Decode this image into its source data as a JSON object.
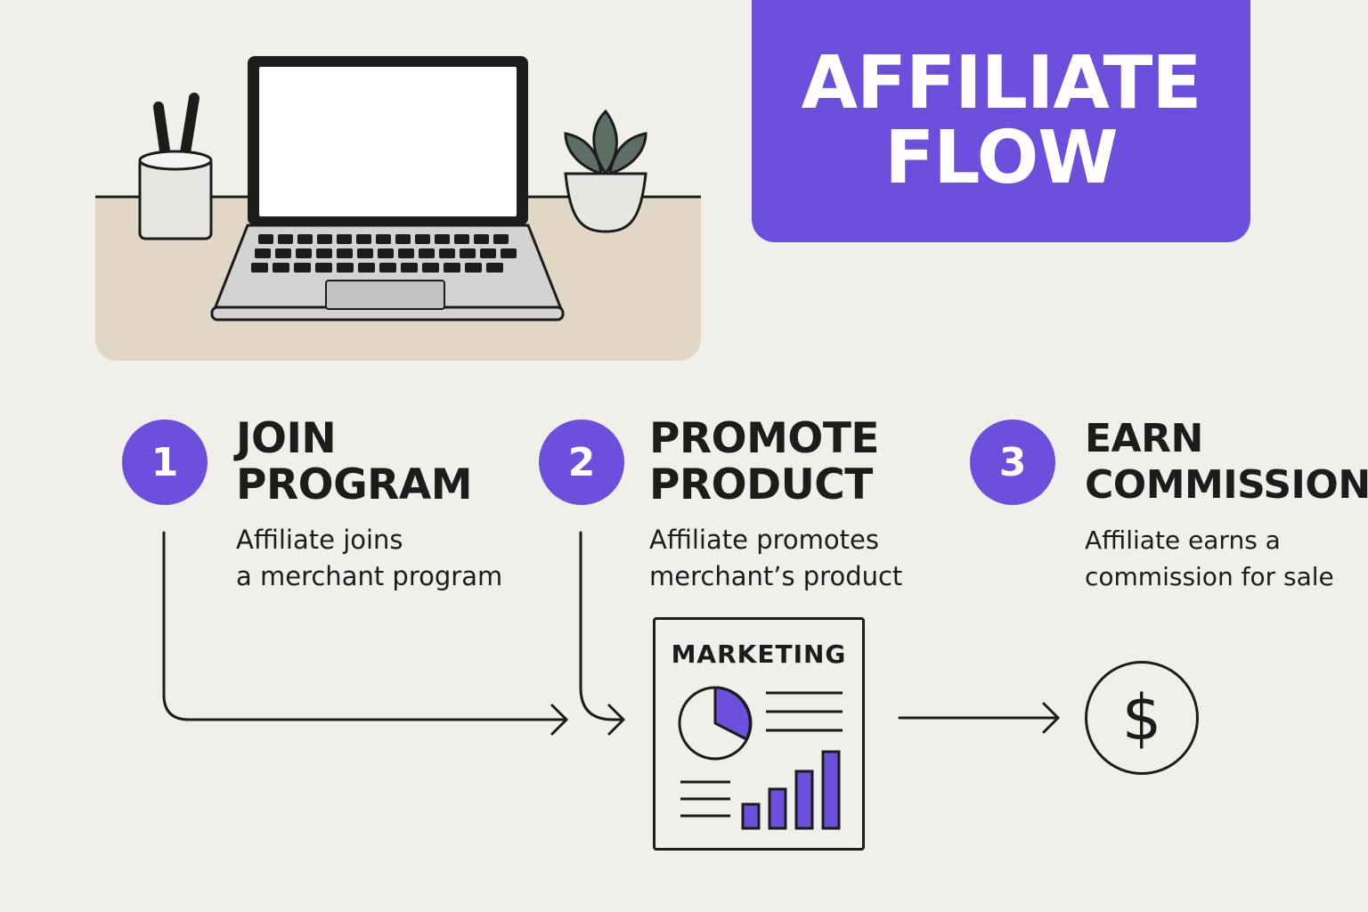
{
  "title": {
    "line1": "AFFILIATE",
    "line2": "FLOW"
  },
  "steps": [
    {
      "number": "1",
      "title_line1": "JOIN",
      "title_line2": "PROGRAM",
      "desc_line1": "Affiliate joins",
      "desc_line2": "a merchant program"
    },
    {
      "number": "2",
      "title_line1": "PROMOTE",
      "title_line2": "PRODUCT",
      "desc_line1": "Affiliate promotes",
      "desc_line2": "merchant’s product"
    },
    {
      "number": "3",
      "title_line1": "EARN",
      "title_line2": "COMMISSION",
      "desc_line1": "Affiliate earns a",
      "desc_line2": "commission for sale"
    }
  ],
  "marketing": {
    "label": "MARKETING"
  },
  "dollar": {
    "symbol": "$"
  },
  "colors": {
    "accent": "#6c4fdc",
    "background": "#f1efea",
    "ink": "#1c1c1c",
    "desk": "#e2d7c4"
  },
  "icons": [
    "laptop-icon",
    "pencil-cup-icon",
    "succulent-plant-icon",
    "marketing-report-icon",
    "pie-chart-icon",
    "bar-chart-icon",
    "dollar-icon",
    "arrow-icon"
  ]
}
